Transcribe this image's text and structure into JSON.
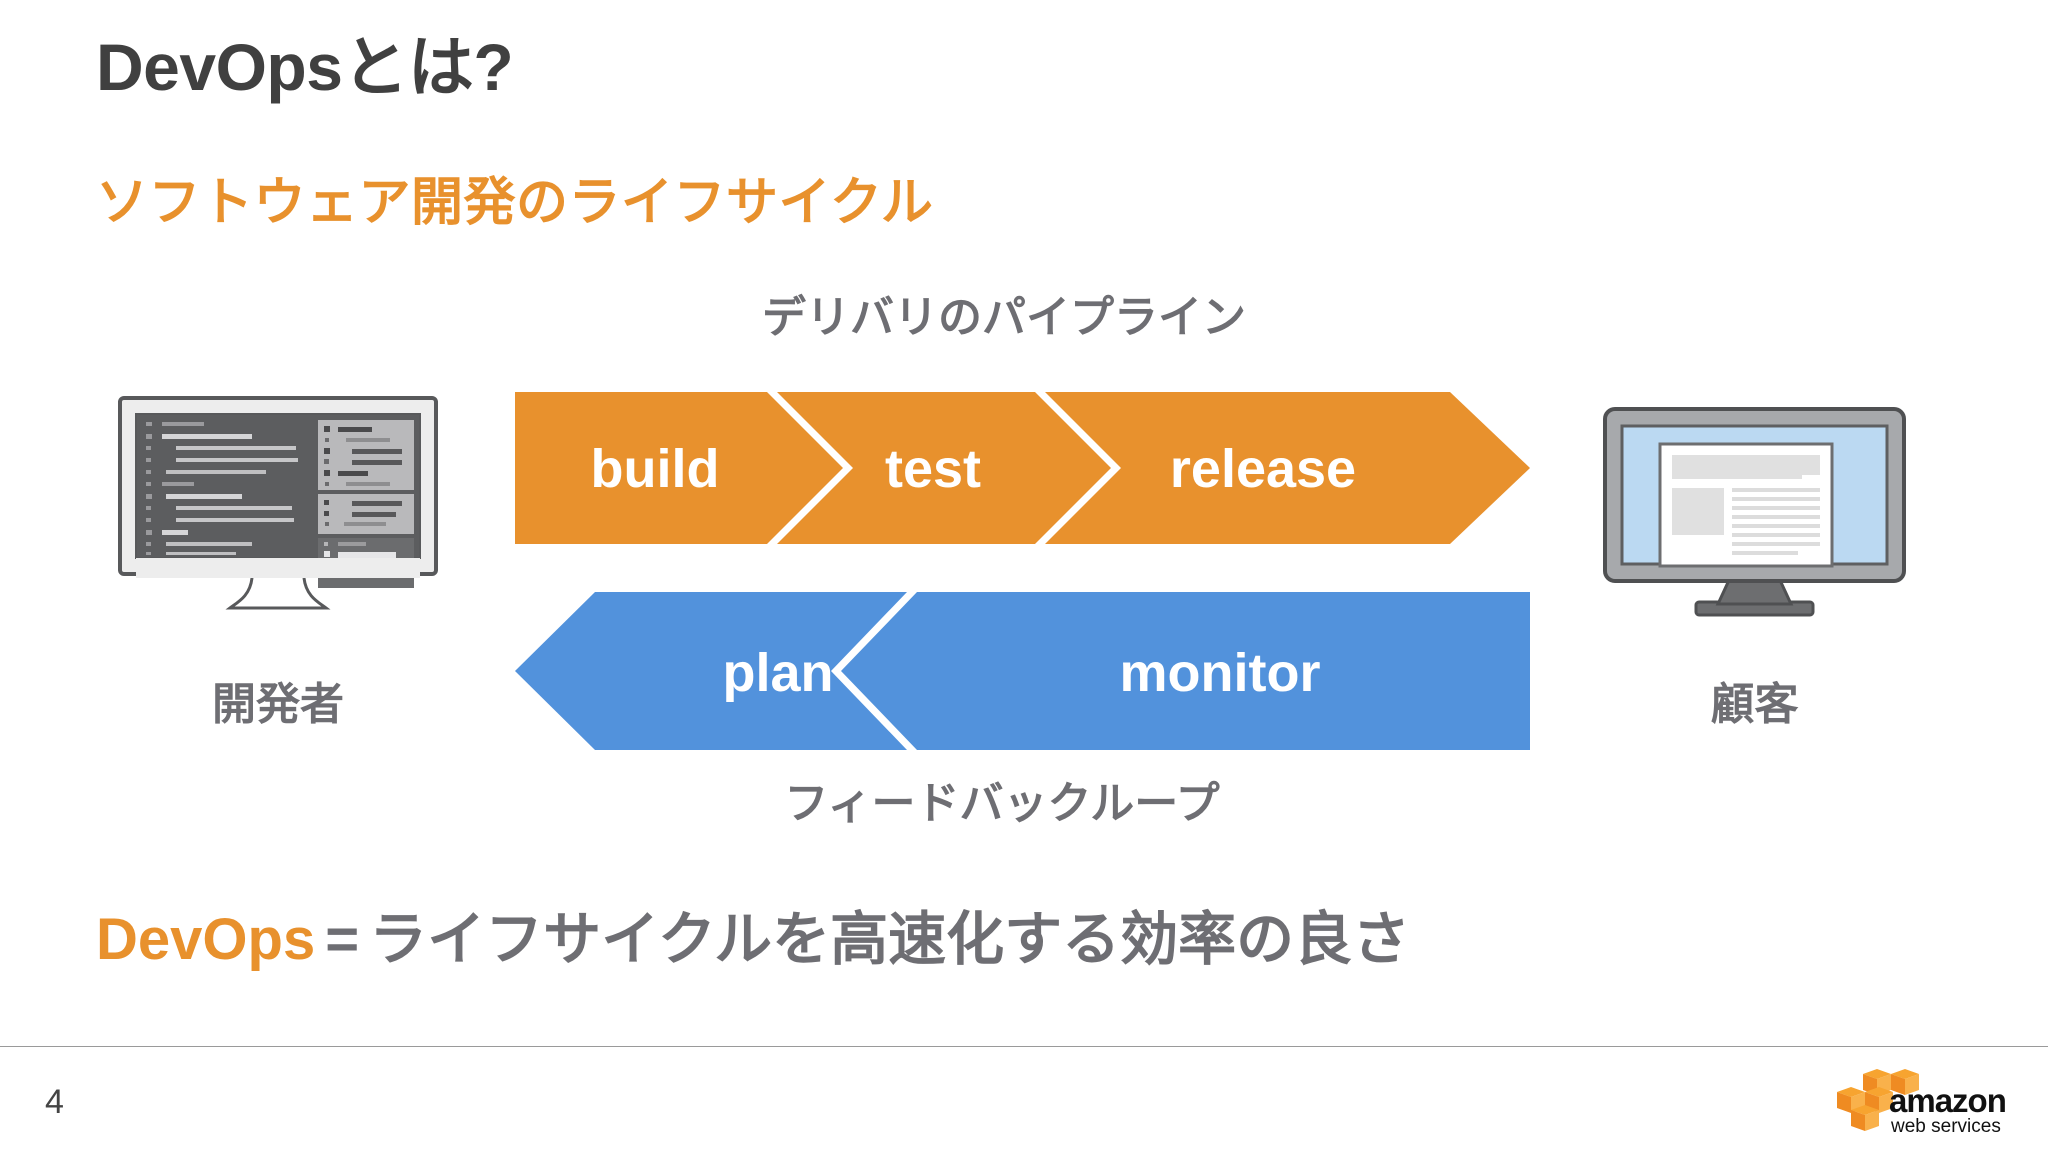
{
  "slide": {
    "title": "DevOpsとは?",
    "subtitle": "ソフトウェア開発のライフサイクル",
    "page_number": "4",
    "colors": {
      "orange": "#E8912D",
      "blue": "#5292DC",
      "gray_text": "#6E6E73",
      "title_gray": "#404040",
      "background": "#FFFFFF"
    }
  },
  "diagram": {
    "pipeline_caption": "デリバリのパイプライン",
    "feedback_caption": "フィードバックループ",
    "pipeline": {
      "direction": "left-to-right",
      "color": "#E8912D",
      "stages": [
        {
          "label": "build"
        },
        {
          "label": "test"
        },
        {
          "label": "release"
        }
      ]
    },
    "feedback": {
      "direction": "right-to-left",
      "color": "#5292DC",
      "stages": [
        {
          "label": "plan"
        },
        {
          "label": "monitor"
        }
      ]
    },
    "actors": {
      "left": {
        "label": "開発者",
        "icon": "developer-monitor-icon"
      },
      "right": {
        "label": "顧客",
        "icon": "customer-monitor-icon"
      }
    }
  },
  "summary": {
    "keyword": "DevOps",
    "equals": "=",
    "statement": "ライフサイクルを高速化する効率の良さ"
  },
  "footer": {
    "logo_primary": "amazon",
    "logo_secondary": "web services",
    "logo_name": "aws-logo"
  }
}
